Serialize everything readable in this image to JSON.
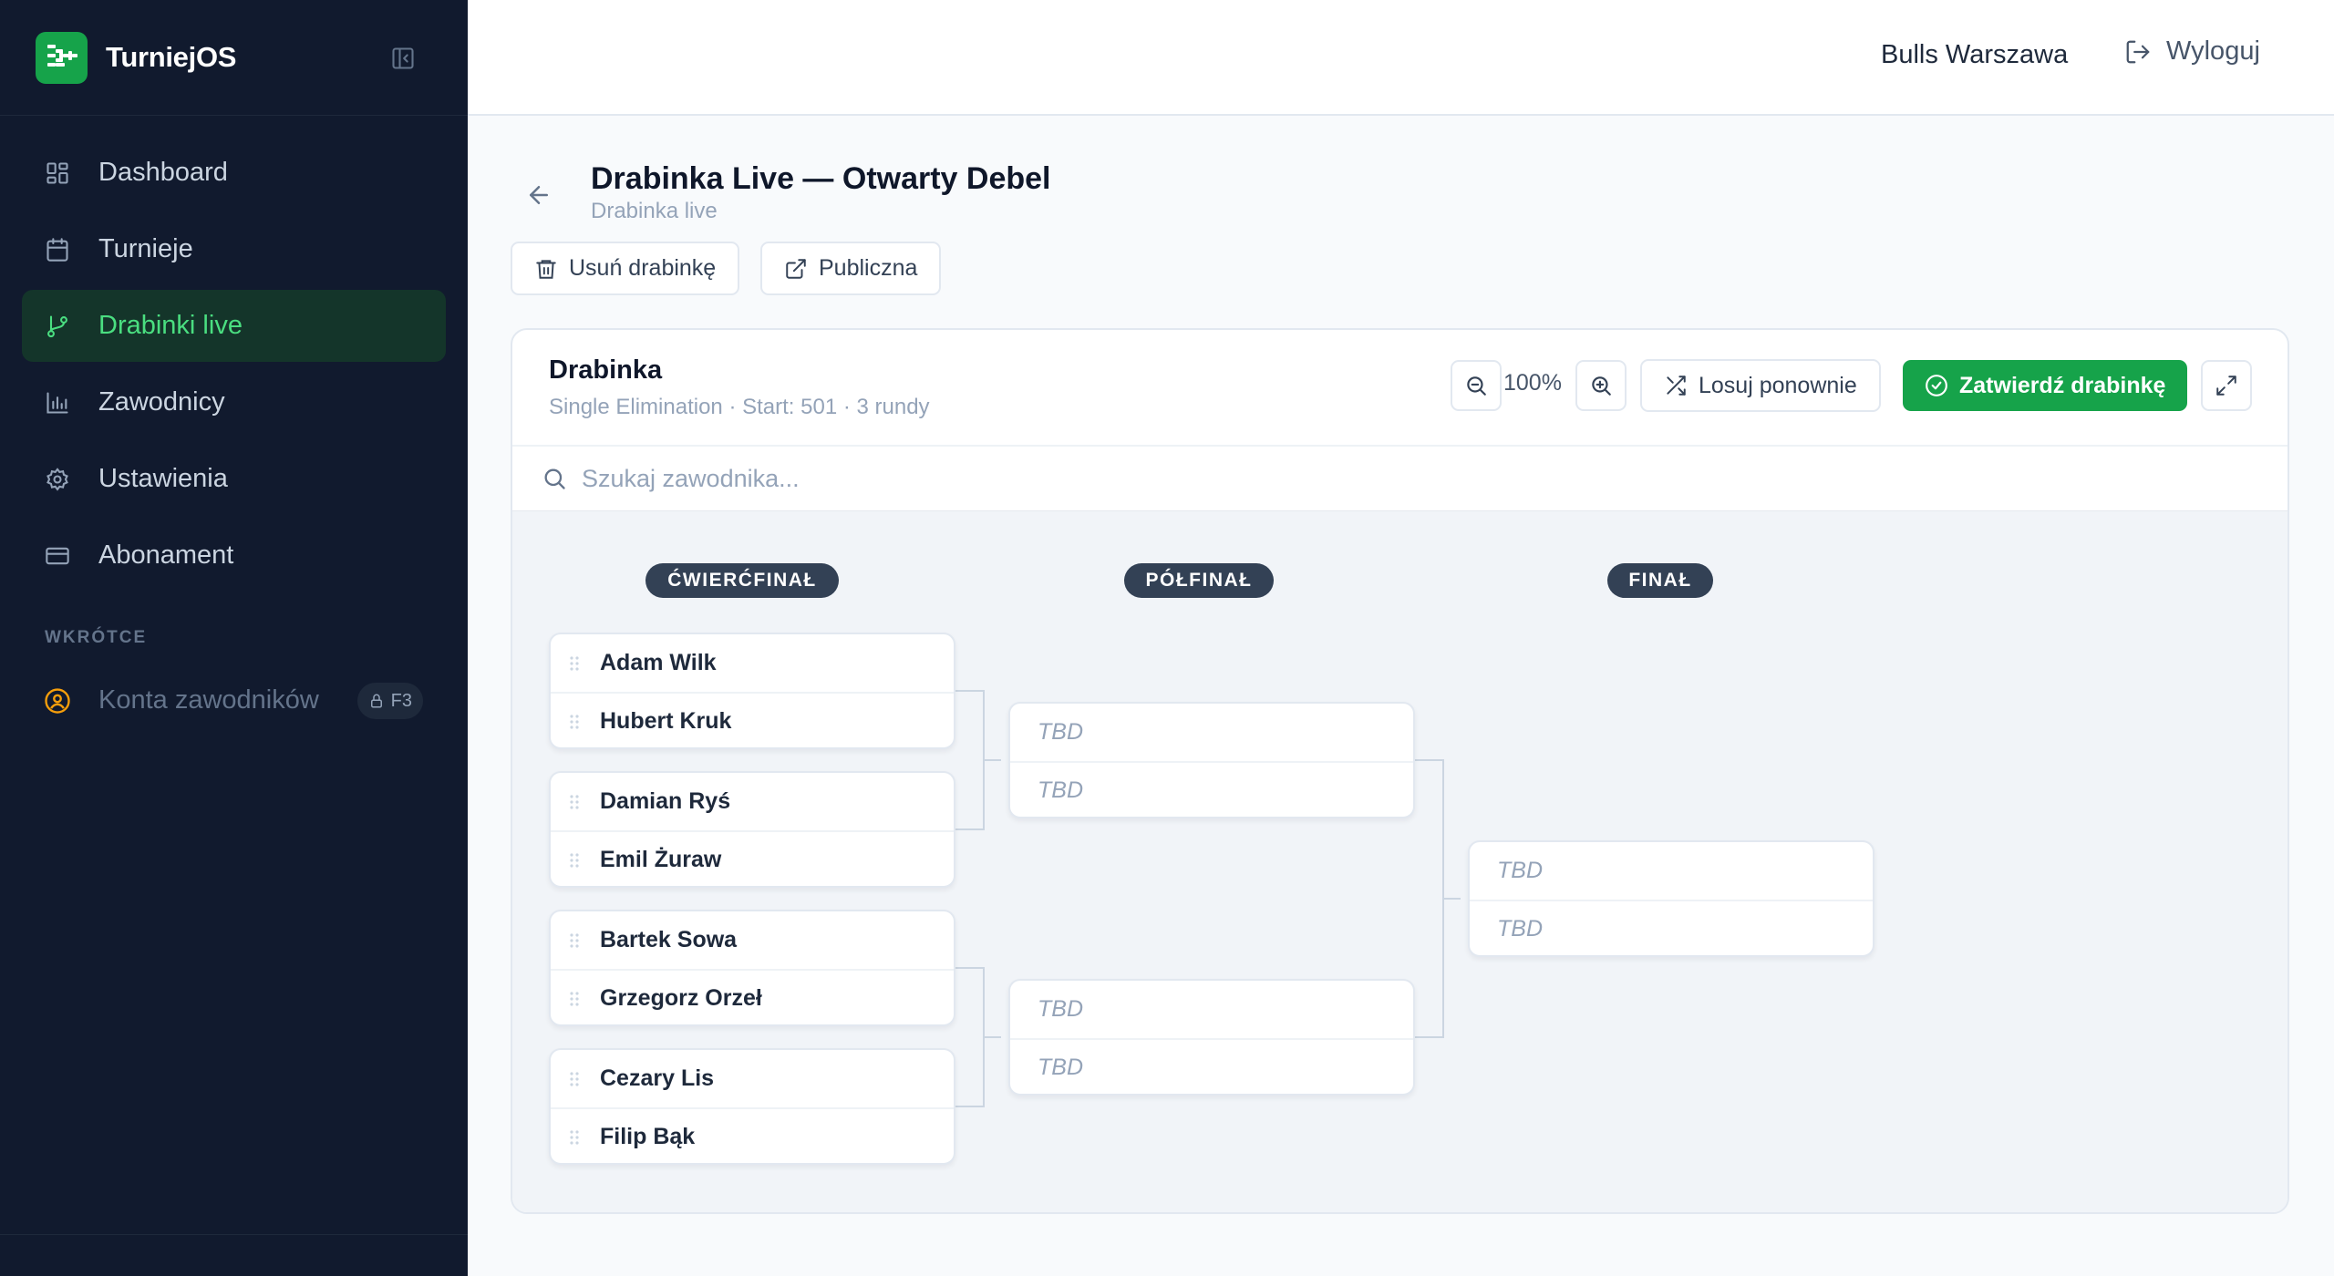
{
  "app": {
    "name": "TurniejOS",
    "brand_color": "#16a34a"
  },
  "sidebar": {
    "items": [
      {
        "label": "Dashboard",
        "icon": "grid-icon"
      },
      {
        "label": "Turnieje",
        "icon": "calendar-icon"
      },
      {
        "label": "Drabinki live",
        "icon": "git-branch-icon",
        "active": true
      },
      {
        "label": "Zawodnicy",
        "icon": "bar-chart-icon"
      },
      {
        "label": "Ustawienia",
        "icon": "gear-icon"
      },
      {
        "label": "Abonament",
        "icon": "credit-card-icon"
      }
    ],
    "section_label": "WKRÓTCE",
    "soon_item": {
      "label": "Konta zawodników",
      "icon": "user-circle-icon",
      "badge": "F3"
    }
  },
  "topbar": {
    "club_name": "Bulls Warszawa",
    "logout_label": "Wyloguj"
  },
  "page": {
    "title": "Drabinka Live — Otwarty Debel",
    "subtitle": "Drabinka live",
    "delete_label": "Usuń drabinkę",
    "public_label": "Publiczna"
  },
  "bracket_card": {
    "title": "Drabinka",
    "meta": "Single Elimination · Start: 501 · 3 rundy",
    "zoom": "100%",
    "shuffle_label": "Losuj ponownie",
    "confirm_label": "Zatwierdź drabinkę",
    "search_placeholder": "Szukaj zawodnika..."
  },
  "rounds": [
    {
      "name": "ĆWIERĆFINAŁ",
      "matches": [
        [
          "Adam Wilk",
          "Hubert Kruk"
        ],
        [
          "Damian Ryś",
          "Emil Żuraw"
        ],
        [
          "Bartek Sowa",
          "Grzegorz Orzeł"
        ],
        [
          "Cezary Lis",
          "Filip Bąk"
        ]
      ]
    },
    {
      "name": "PÓŁFINAŁ",
      "matches": [
        [
          "TBD",
          "TBD"
        ],
        [
          "TBD",
          "TBD"
        ]
      ]
    },
    {
      "name": "FINAŁ",
      "matches": [
        [
          "TBD",
          "TBD"
        ]
      ]
    }
  ]
}
